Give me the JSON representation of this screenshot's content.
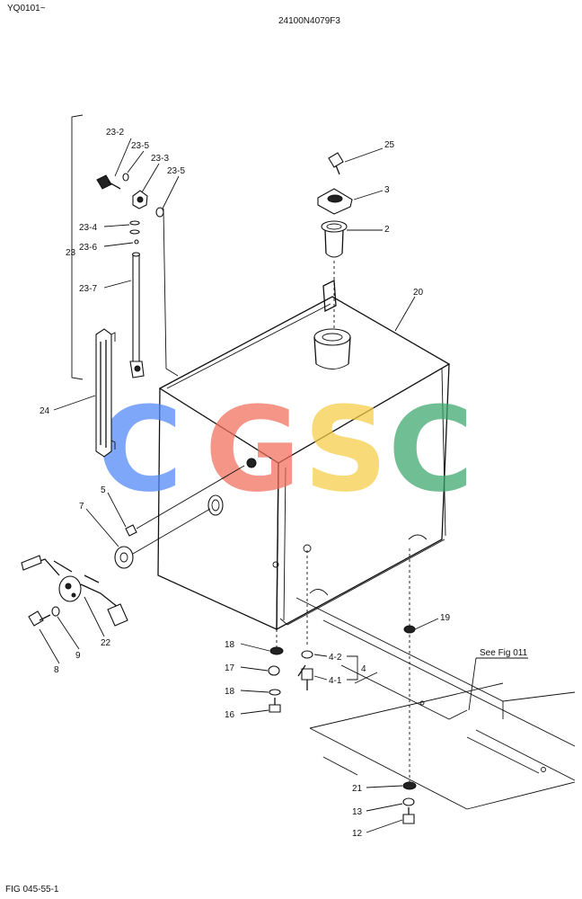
{
  "header": {
    "serial_range": "YQ0101~",
    "drawing_number": "24100N4079F3",
    "figure_number": "FIG 045-55-1"
  },
  "watermark": {
    "letters": [
      {
        "char": "C",
        "color": "#4f86f7"
      },
      {
        "char": "G",
        "color": "#f26d5b"
      },
      {
        "char": "S",
        "color": "#f7cc45"
      },
      {
        "char": "C",
        "color": "#3aa66a"
      }
    ]
  },
  "reference": {
    "see_fig": "See Fig 011"
  },
  "callouts": {
    "p23_2": "23-2",
    "p23_5a": "23-5",
    "p23_3": "23-3",
    "p23_5b": "23-5",
    "p23_4": "23-4",
    "p23_6": "23-6",
    "p23": "23",
    "p23_7": "23-7",
    "p24": "24",
    "p25": "25",
    "p3": "3",
    "p2": "2",
    "p20": "20",
    "p5": "5",
    "p7": "7",
    "p22": "22",
    "p9": "9",
    "p8": "8",
    "p18a": "18",
    "p17": "17",
    "p18b": "18",
    "p16": "16",
    "p4_2": "4-2",
    "p4": "4",
    "p4_1": "4-1",
    "p19": "19",
    "p21": "21",
    "p13": "13",
    "p12": "12"
  }
}
